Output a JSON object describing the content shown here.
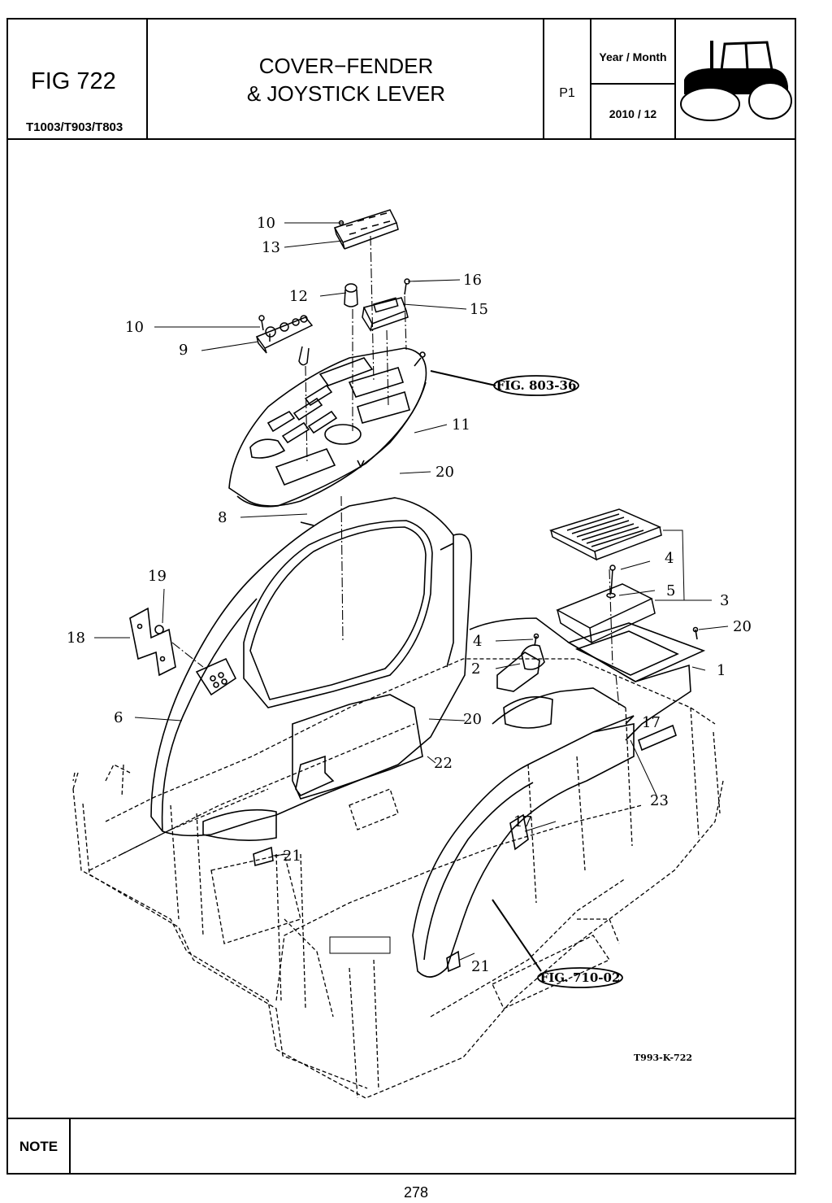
{
  "header": {
    "fig_no": "FIG 722",
    "models": "T1003/T903/T803",
    "title_line1": "COVER−FENDER",
    "title_line2": "& JOYSTICK LEVER",
    "page_code": "P1",
    "year_month_label": "Year / Month",
    "year_month_value": "2010 / 12",
    "logo_icon": "tractor-icon"
  },
  "callouts": {
    "c10a": "10",
    "c13": "13",
    "c16": "16",
    "c12": "12",
    "c15": "15",
    "c10b": "10",
    "c9": "9",
    "c11": "11",
    "c20a": "20",
    "c8": "8",
    "c4a": "4",
    "c5": "5",
    "c3": "3",
    "c20b": "20",
    "c1": "1",
    "c19": "19",
    "c18": "18",
    "c4b": "4",
    "c2": "2",
    "c6": "6",
    "c20c": "20",
    "c17a": "17",
    "c22": "22",
    "c23": "23",
    "c17b": "17",
    "c21a": "21",
    "c21b": "21"
  },
  "references": {
    "fig_803": "FIG. 803-36",
    "fig_710": "FIG. 710-02"
  },
  "drawing_code": "T993-K-722",
  "note_label": "NOTE",
  "page_number": "278"
}
